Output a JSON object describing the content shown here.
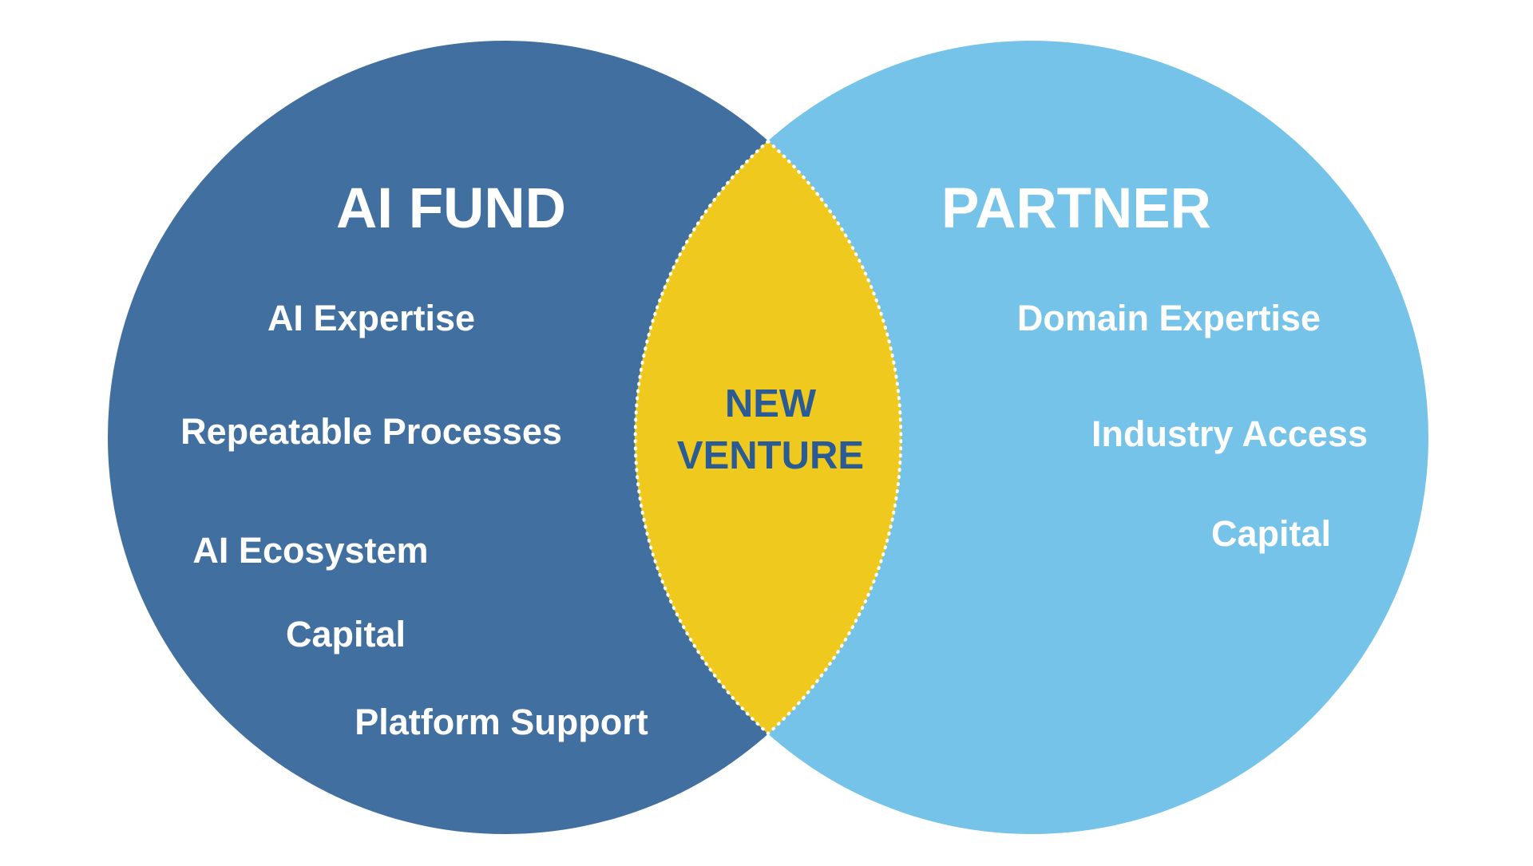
{
  "colors": {
    "background": "#ffffff",
    "left_circle": "#416f9f",
    "right_circle": "#76c3ea",
    "overlap": "#efc91d",
    "overlap_dots": "#ffffff",
    "light_text": "#ffffff",
    "overlap_text": "#2b5b94"
  },
  "left_circle": {
    "title": "AI FUND",
    "items": [
      "AI Expertise",
      "Repeatable Processes",
      "AI Ecosystem",
      "Capital",
      "Platform Support"
    ]
  },
  "right_circle": {
    "title": "PARTNER",
    "items": [
      "Domain Expertise",
      "Industry Access",
      "Capital"
    ]
  },
  "overlap": {
    "line1": "NEW",
    "line2": "VENTURE"
  }
}
